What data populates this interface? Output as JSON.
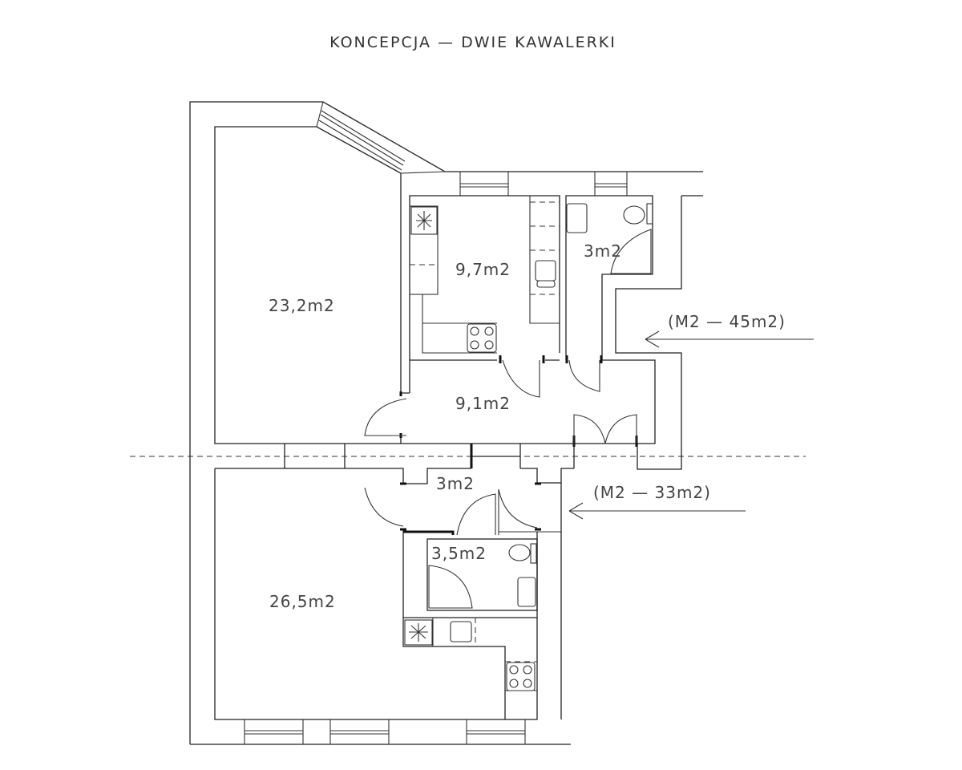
{
  "title": "KONCEPCJA — DWIE KAWALERKI",
  "unit_upper": {
    "annotation": "(M2 — 45m2)",
    "rooms": {
      "living": "23,2m2",
      "kitchen": "9,7m2",
      "bathroom": "3m2",
      "hall": "9,1m2"
    }
  },
  "unit_lower": {
    "annotation": "(M2 — 33m2)",
    "rooms": {
      "living": "26,5m2",
      "hall": "3m2",
      "bathroom": "3,5m2"
    }
  },
  "colors": {
    "line": "#222222",
    "text": "#444444",
    "background": "#ffffff"
  }
}
